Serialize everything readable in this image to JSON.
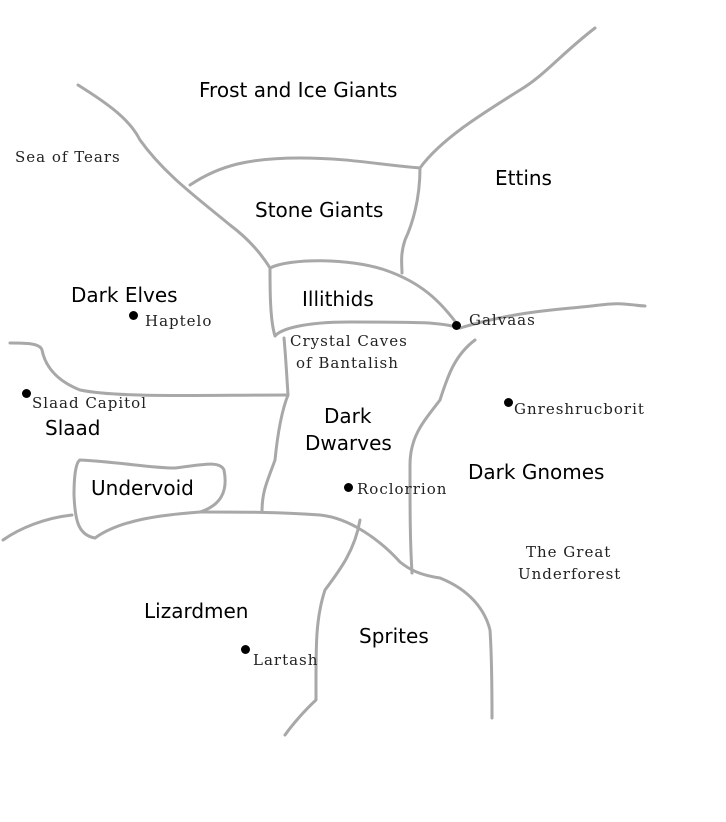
{
  "map": {
    "border_color": "#a8a8a8",
    "regions": {
      "frost_giants": "Frost and Ice Giants",
      "ettins": "Ettins",
      "stone_giants": "Stone Giants",
      "illithids": "Illithids",
      "dark_elves": "Dark Elves",
      "slaad": "Slaad",
      "undervoid": "Undervoid",
      "dark_dwarves_1": "Dark",
      "dark_dwarves_2": "Dwarves",
      "dark_gnomes": "Dark Gnomes",
      "lizardmen": "Lizardmen",
      "sprites": "Sprites"
    },
    "places": {
      "sea_of_tears": "Sea of Tears",
      "haptelo": "Haptelo",
      "galvaas": "Galvaas",
      "crystal_caves_1": "Crystal Caves",
      "crystal_caves_2": "of Bantalish",
      "slaad_capitol": "Slaad Capitol",
      "gnreshrucborit": "Gnreshrucborit",
      "roclorrion": "Roclorrion",
      "great_underforest_1": "The Great",
      "great_underforest_2": "Underforest",
      "lartash": "Lartash"
    }
  }
}
